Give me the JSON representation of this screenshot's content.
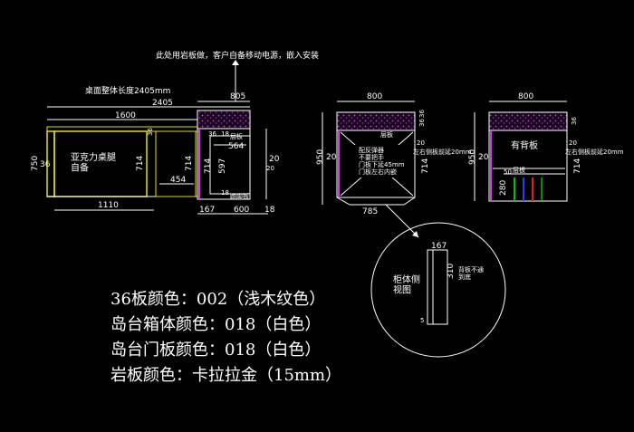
{
  "notes": {
    "top_callout": "此处用岩板做，客户自备移动电源，嵌入安装",
    "total_length": "桌面整体长度2405mm"
  },
  "front_view": {
    "dims": {
      "overall": "2405",
      "left_width": "1600",
      "cabinet_top": "805",
      "height_left": "750",
      "leg_height": "714",
      "panel_thk": "36",
      "bottom_width": "1110",
      "mid_gap": "454",
      "mid_height": "714",
      "cab_height": "714",
      "inner_width": "564",
      "inner_height": "597",
      "side_20": "20",
      "cab_left": "167",
      "cab_inner": "600",
      "cab_right": "18",
      "small_36a": "36",
      "small_36b": "36",
      "small_18a": "18",
      "small_18b": "18",
      "small_20": "20"
    },
    "labels": {
      "acrylic_leg": "亚克力桌腿\n自备",
      "shelf": "层板",
      "kick": "踢脚板"
    }
  },
  "side_view_1": {
    "dims": {
      "width": "800",
      "height": "950",
      "base": "785",
      "side_20": "20",
      "r_714": "714",
      "r_36": "36",
      "r_20": "20",
      "top_36": "36"
    },
    "labels": {
      "cross": "配反弹器\n不要把手\n门板下延45mm\n门板左右内嵌",
      "right_note": "左右侧板前延20mm",
      "top_mark": "层板"
    }
  },
  "side_view_2": {
    "dims": {
      "width": "800",
      "height": "950",
      "side_20": "20",
      "r_714": "714",
      "r_36": "36",
      "r_20": "20",
      "h280": "280",
      "w50": "50"
    },
    "labels": {
      "back_panel": "有背板",
      "right_note": "左右侧板前延20mm",
      "shelf": "层板"
    }
  },
  "detail_circle": {
    "dims": {
      "w167": "167",
      "h310": "310",
      "h5": "5"
    },
    "labels": {
      "title": "柜体侧\n视图",
      "note": "背板不通\n到底"
    }
  },
  "specs": [
    "36板颜色：002（浅木纹色）",
    "岛台箱体颜色：018（白色）",
    "岛台门板颜色：018（白色）",
    "岩板颜色：卡拉拉金（15mm）"
  ],
  "colors": {
    "background": "#000000",
    "line": "#ffffff",
    "yellow": "#e8e100",
    "magenta": "#d040e0",
    "green": "#00c000",
    "blue": "#2040ff",
    "red": "#e02020"
  }
}
